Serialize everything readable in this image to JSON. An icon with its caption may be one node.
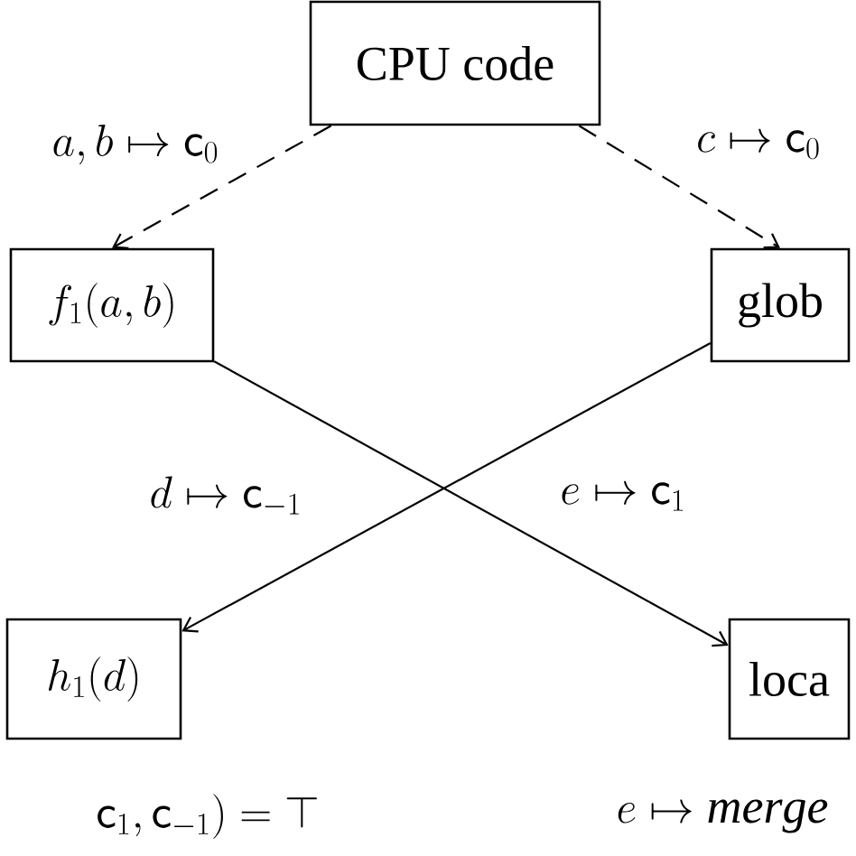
{
  "diagram": {
    "nodes": [
      {
        "text": [
          "CPU code"
        ]
      },
      {
        "text": [
          "f_1(a,b)"
        ]
      },
      {
        "text": [
          "glob"
        ]
      },
      {
        "text": [
          "h_1(d)"
        ],
        "beside": [
          "\\mathsf{c}_1,\\mathsf{c}_{-1}) = \\top"
        ]
      },
      {
        "text": [
          "loca"
        ],
        "beside": [
          "e \\mapsto \\mathit{merge}"
        ]
      }
    ],
    "edges": [
      {
        "from": 0,
        "to": 1,
        "arrow": "to",
        "style": "dashed",
        "label": "a,b \\mapsto \\mathsf{c}_0"
      },
      {
        "from": 0,
        "to": 2,
        "arrow": "to",
        "style": "dashed",
        "label": "c \\mapsto \\mathsf{c}_0"
      },
      {
        "from": 2,
        "to": 3,
        "arrow": "to",
        "label": "d \\mapsto \\mathsf{c}_{-1}"
      },
      {
        "from": 1,
        "to": 4,
        "arrow": "to",
        "label": "e \\mapsto \\mathsf{c}_1"
      }
    ]
  }
}
